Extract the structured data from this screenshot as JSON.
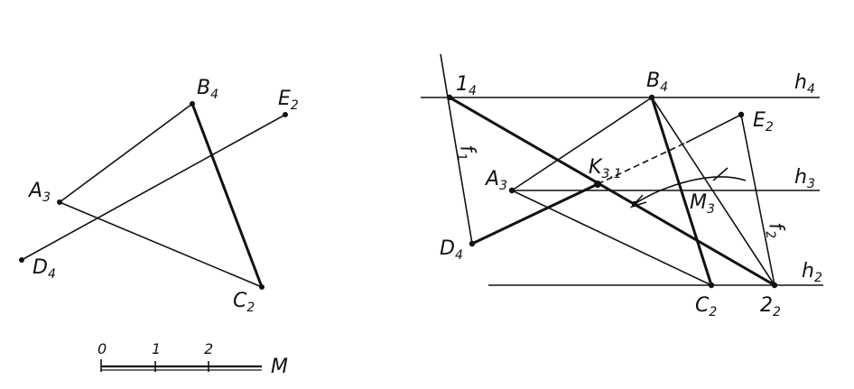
{
  "left_figure": {
    "A": {
      "main": "A",
      "sub": "3"
    },
    "B": {
      "main": "B",
      "sub": "4"
    },
    "C": {
      "main": "C",
      "sub": "2"
    },
    "D": {
      "main": "D",
      "sub": "4"
    },
    "E": {
      "main": "E",
      "sub": "2"
    }
  },
  "scale_bar": {
    "ticks": [
      "0",
      "1",
      "2"
    ],
    "unit": "M"
  },
  "right_figure": {
    "one": {
      "main": "1",
      "sub": "4"
    },
    "B": {
      "main": "B",
      "sub": "4"
    },
    "E": {
      "main": "E",
      "sub": "2"
    },
    "A": {
      "main": "A",
      "sub": "3"
    },
    "K": {
      "main": "K",
      "sub": "3.1"
    },
    "M": {
      "main": "M",
      "sub": "3"
    },
    "D": {
      "main": "D",
      "sub": "4"
    },
    "C": {
      "main": "C",
      "sub": "2"
    },
    "two": {
      "main": "2",
      "sub": "2"
    },
    "h4": {
      "main": "h",
      "sub": "4"
    },
    "h3": {
      "main": "h",
      "sub": "3"
    },
    "h2": {
      "main": "h",
      "sub": "2"
    },
    "f1": {
      "main": "f",
      "sub": "1"
    },
    "f2": {
      "main": "f",
      "sub": "2"
    }
  }
}
